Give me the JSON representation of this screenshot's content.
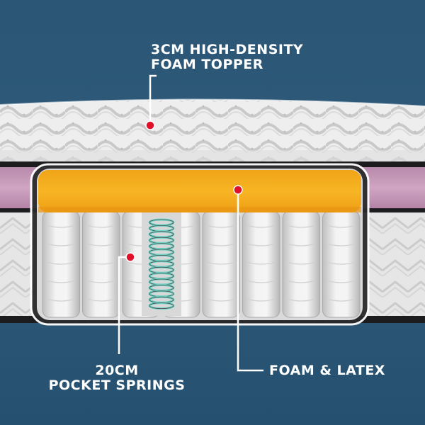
{
  "colors": {
    "background": "#2f5675",
    "foam_orange": "#f4ae1a",
    "pink_band": "#c79ab8",
    "marker_red": "#e1102a",
    "spring_teal": "#6ed3c6"
  },
  "labels": {
    "topper": {
      "line1": "3CM HIGH-DENSITY",
      "line2": "FOAM TOPPER"
    },
    "springs": {
      "line1": "20CM",
      "line2": "POCKET SPRINGS"
    },
    "latex": {
      "line1": "FOAM & LATEX"
    }
  }
}
